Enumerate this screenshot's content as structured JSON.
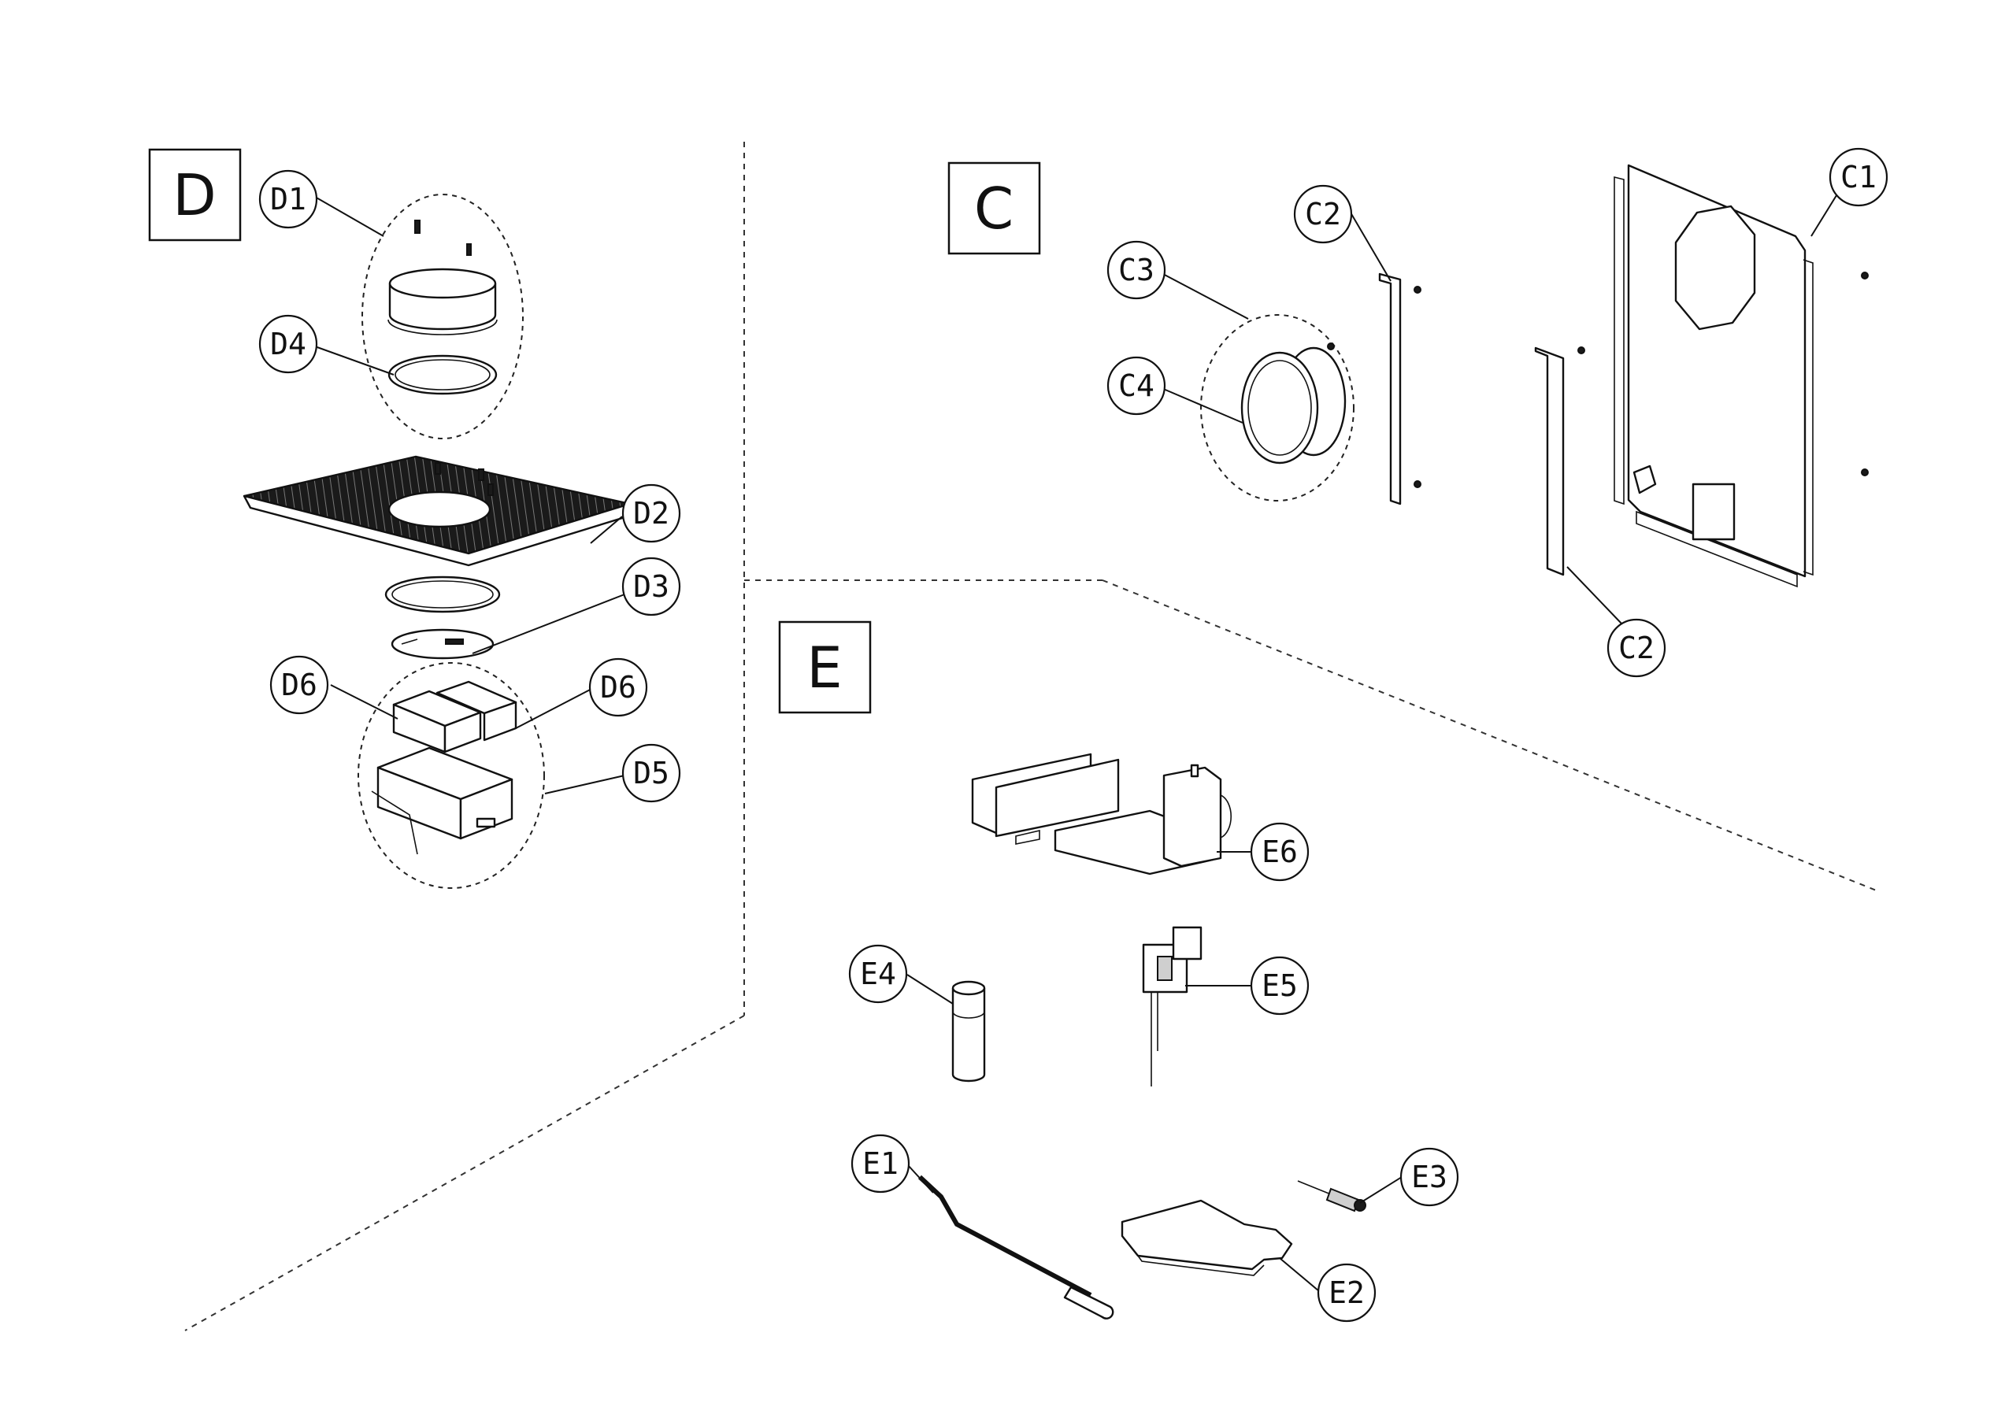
{
  "sections": {
    "d": "D",
    "c": "C",
    "e": "E"
  },
  "callouts": {
    "d1": "D1",
    "d4": "D4",
    "d2": "D2",
    "d3": "D3",
    "d6_left": "D6",
    "d6_right": "D6",
    "d5": "D5",
    "c1": "C1",
    "c2_top": "C2",
    "c3": "C3",
    "c4": "C4",
    "c2_bottom": "C2",
    "e6": "E6",
    "e4": "E4",
    "e5": "E5",
    "e1": "E1",
    "e3": "E3",
    "e2": "E2"
  }
}
